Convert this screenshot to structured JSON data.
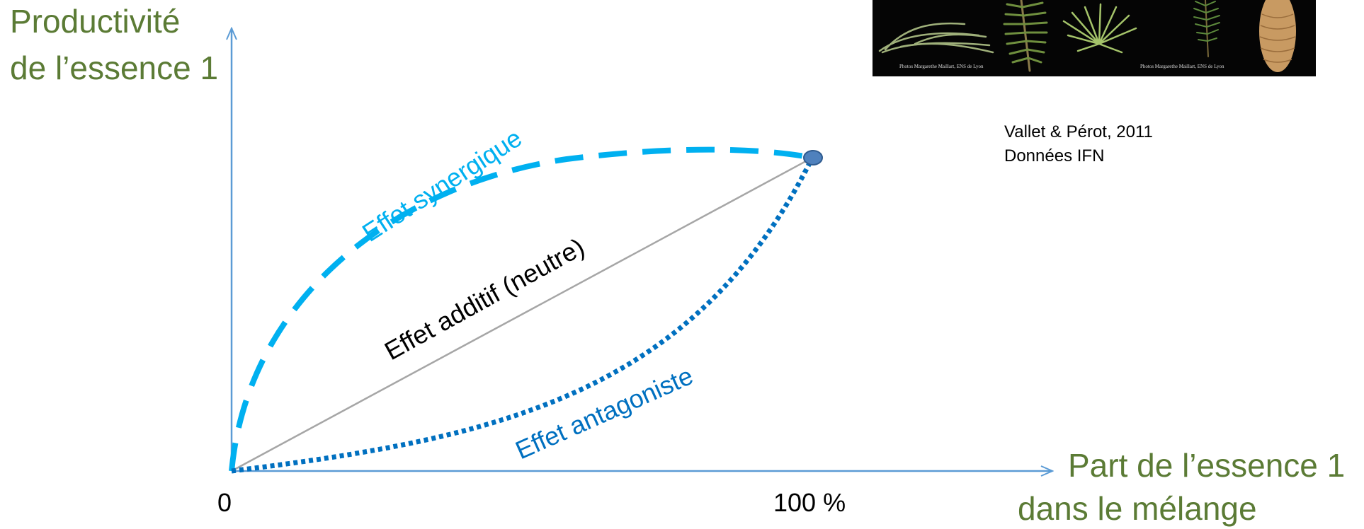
{
  "axes": {
    "y_title_line1": "Productivité",
    "y_title_line2": "de l’essence 1",
    "x_title_line1": "Part de l’essence 1",
    "x_title_line2": "dans le mélange",
    "x_tick_0": "0",
    "x_tick_100": "100 %"
  },
  "curves": {
    "synergique": "Effet synergique",
    "additif": "Effet additif (neutre)",
    "antagoniste": "Effet antagoniste"
  },
  "citation": {
    "line1": "Vallet & Pérot, 2011",
    "line2": "Données IFN"
  },
  "photo_strip": {
    "caption_left": "Photos Margarethe Maillart, ENS de Lyon",
    "caption_right": "Photos Margarethe Maillart, ENS de Lyon"
  },
  "colors": {
    "axis": "#5b9bd5",
    "axis_title": "#5b7b35",
    "synergique": "#00b0f0",
    "antagoniste": "#0070c0",
    "additif": "#a6a6a6",
    "endpoint_fill": "#4f81bd"
  }
}
